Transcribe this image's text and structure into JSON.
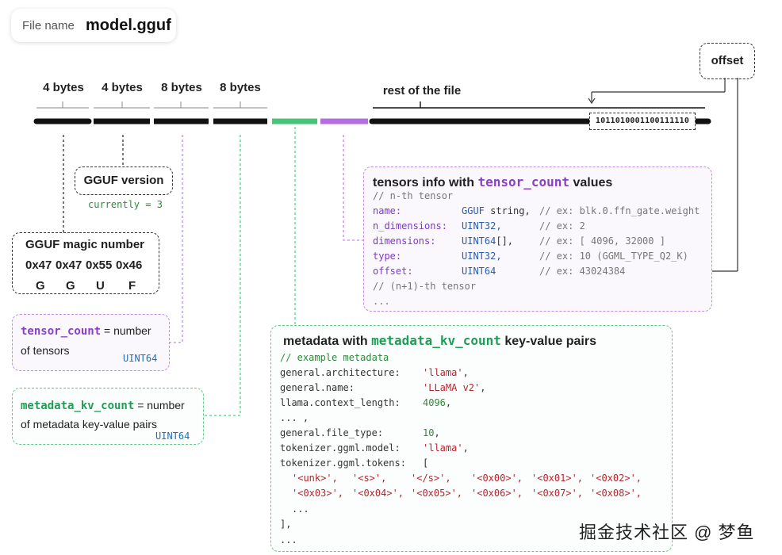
{
  "file_name": {
    "label": "File name",
    "value": "model.gguf"
  },
  "segments": {
    "s1": "4 bytes",
    "s2": "4 bytes",
    "s3": "8 bytes",
    "s4": "8 bytes",
    "rest": "rest of the file"
  },
  "offset_label": "offset",
  "offset_binary": "1011010001100111110",
  "gguf_version": {
    "title": "GGUF version",
    "note": "currently = 3"
  },
  "magic": {
    "title": "GGUF magic number",
    "hex": [
      "0x47",
      "0x47",
      "0x55",
      "0x46"
    ],
    "chars": [
      "G",
      "G",
      "U",
      "F"
    ]
  },
  "tensor_count": {
    "key": "tensor_count",
    "eq": "= number",
    "desc": "of tensors",
    "type": "UINT64"
  },
  "metadata_kv_count": {
    "key": "metadata_kv_count",
    "eq": "= number",
    "desc": "of metadata key-value pairs",
    "type": "UINT64"
  },
  "tensors_info": {
    "title_pre": "tensors info with ",
    "title_key": "tensor_count",
    "title_post": " values",
    "comment_nth": "// n-th tensor",
    "rows": [
      {
        "name": "name:",
        "type": "GGUF",
        "type2": " string,",
        "comment": "// ex: blk.0.ffn_gate.weight"
      },
      {
        "name": "n_dimensions:",
        "type": "UINT32,",
        "type2": "",
        "comment": "// ex: 2"
      },
      {
        "name": "dimensions:",
        "type": "UINT64",
        "type2": "[],",
        "comment": "// ex: [ 4096, 32000 ]"
      },
      {
        "name": "type:",
        "type": "UINT32,",
        "type2": "",
        "comment": "// ex: 10 (GGML_TYPE_Q2_K)"
      },
      {
        "name": "offset:",
        "type": "UINT64",
        "type2": "",
        "comment": "// ex: 43024384"
      }
    ],
    "comment_next": "// (n+1)-th tensor",
    "ellipsis": "..."
  },
  "metadata": {
    "title_pre": "metadata with ",
    "title_key": "metadata_kv_count",
    "title_post": " key-value pairs",
    "comment": "// example metadata",
    "lines": [
      {
        "key": "general.architecture:",
        "val": "'llama'",
        "tail": ","
      },
      {
        "key": "general.name:",
        "val": "'LLaMA v2'",
        "tail": ","
      },
      {
        "key": "llama.context_length:",
        "val": "4096",
        "tail": ","
      },
      {
        "key": "... ,",
        "val": "",
        "tail": ""
      },
      {
        "key": "general.file_type:",
        "val": "10",
        "tail": ","
      },
      {
        "key": "tokenizer.ggml.model:",
        "val": "'llama'",
        "tail": ","
      },
      {
        "key": "tokenizer.ggml.tokens:",
        "val": "",
        "tail": "["
      }
    ],
    "tokens_row1": [
      "'<unk>',",
      "'<s>',",
      "'</s>',",
      "'<0x00>',",
      "'<0x01>',",
      "'<0x02>',"
    ],
    "tokens_row2": [
      "'<0x03>',",
      "'<0x04>',",
      "'<0x05>',",
      "'<0x06>',",
      "'<0x07>',",
      "'<0x08>',"
    ],
    "tokens_more": "...",
    "close": "],",
    "end": "..."
  },
  "watermark": "掘金技术社区 @ 梦鱼",
  "colors": {
    "purple": "#b56ee0",
    "green": "#49c27a",
    "black": "#111111"
  }
}
